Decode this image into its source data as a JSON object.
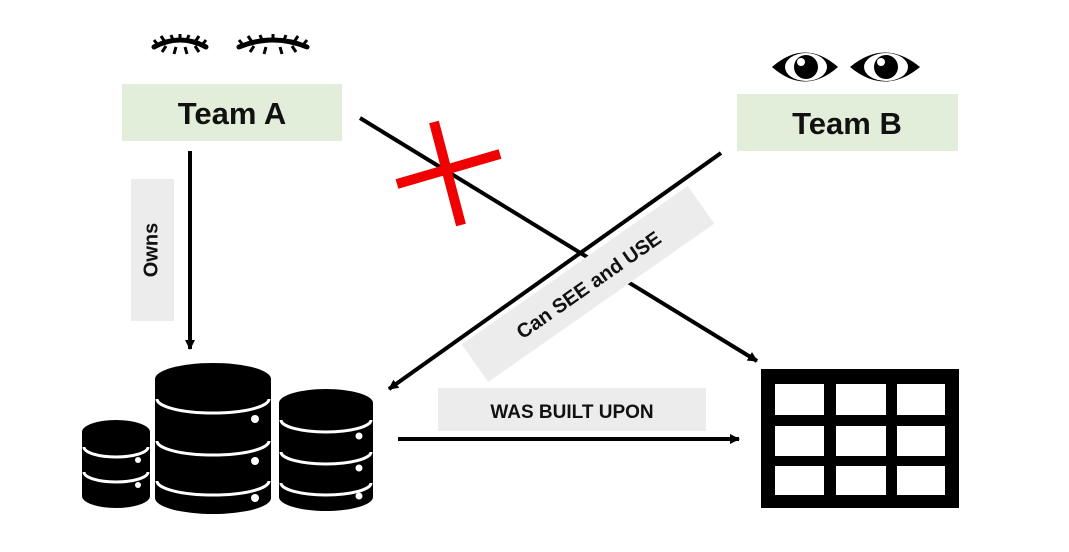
{
  "team_a": {
    "label": "Team A",
    "eye_state": "closed",
    "icon": "closed-eyes-icon"
  },
  "team_b": {
    "label": "Team B",
    "eye_state": "open",
    "icon": "open-eyes-icon"
  },
  "edges": {
    "owns": "Owns",
    "can_see_and_use": "Can SEE and USE",
    "was_built_upon": "WAS BUILT UPON",
    "blocked_access": "blocked"
  },
  "nodes": {
    "data_sources_icon": "database-stack-icon",
    "table_icon": "table-grid-icon",
    "blocked_icon": "red-x-icon"
  },
  "colors": {
    "team_box": "#e2eed9",
    "edge_label_box": "#ececec",
    "cross": "#f00000",
    "ink": "#000000"
  }
}
